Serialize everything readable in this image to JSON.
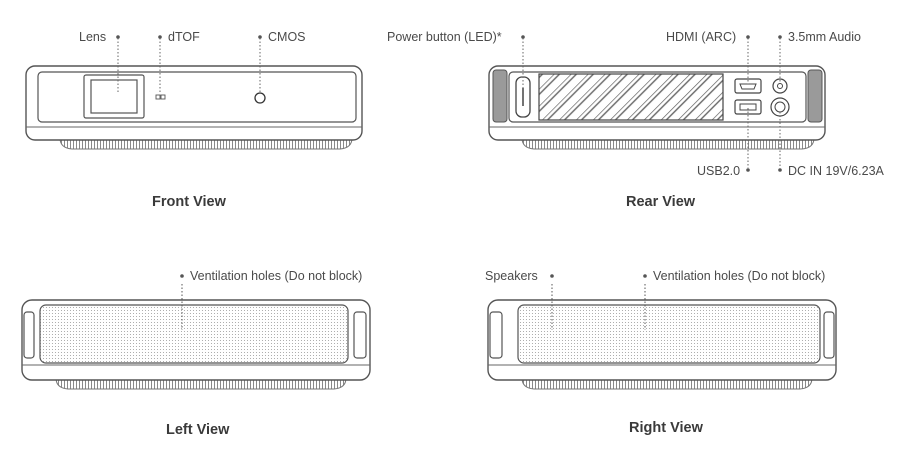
{
  "front": {
    "title": "Front View",
    "labels": {
      "lens": "Lens",
      "dtof": "dTOF",
      "cmos": "CMOS"
    }
  },
  "rear": {
    "title": "Rear View",
    "labels": {
      "power": "Power button (LED)*",
      "hdmi": "HDMI (ARC)",
      "audio": "3.5mm Audio",
      "usb": "USB2.0",
      "dc": "DC IN 19V/6.23A"
    }
  },
  "left": {
    "title": "Left View",
    "labels": {
      "vent": "Ventilation holes (Do not block)"
    }
  },
  "right": {
    "title": "Right View",
    "labels": {
      "speakers": "Speakers",
      "vent": "Ventilation holes (Do not block)"
    }
  }
}
